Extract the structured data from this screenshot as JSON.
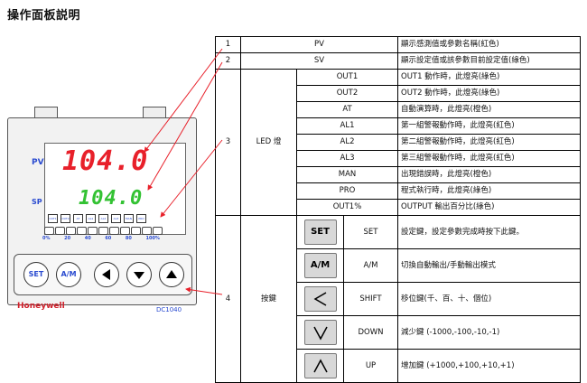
{
  "title": "操作面板説明",
  "device": {
    "pv_label": "PV",
    "sp_label": "SP",
    "pv_value": "104.0",
    "sp_value": "104.0",
    "led_labels": [
      "OUT1",
      "OUT2",
      "AT",
      "AL1",
      "AL2",
      "AL3",
      "MAN",
      "PRO"
    ],
    "bar_ticks": [
      "0%",
      "20",
      "40",
      "60",
      "80",
      "100%"
    ],
    "key_set": "SET",
    "key_am": "A/M",
    "brand": "Honeywell",
    "model": "DC1040"
  },
  "rows": [
    {
      "no": "1",
      "item": "PV",
      "desc": "顯示感測值或參數名稱(紅色)"
    },
    {
      "no": "2",
      "item": "SV",
      "desc": "顯示設定值或該參數目前設定值(綠色)"
    }
  ],
  "led_group": {
    "no": "3",
    "label": "LED 燈",
    "items": [
      {
        "name": "OUT1",
        "desc": "OUT1 動作時，此燈亮(綠色)"
      },
      {
        "name": "OUT2",
        "desc": "OUT2 動作時，此燈亮(綠色)"
      },
      {
        "name": "AT",
        "desc": "自動演算時，此燈亮(橙色)"
      },
      {
        "name": "AL1",
        "desc": "第一組警報動作時，此燈亮(紅色)"
      },
      {
        "name": "AL2",
        "desc": "第二組警報動作時，此燈亮(紅色)"
      },
      {
        "name": "AL3",
        "desc": "第三組警報動作時，此燈亮(紅色)"
      },
      {
        "name": "MAN",
        "desc": "出現錯誤時，此燈亮(橙色)"
      },
      {
        "name": "PRO",
        "desc": "程式執行時，此燈亮(綠色)"
      },
      {
        "name": "OUT1%",
        "desc": "OUTPUT 輸出百分比(綠色)"
      }
    ]
  },
  "key_group": {
    "no": "4",
    "label": "按鍵",
    "items": [
      {
        "icon_text": "SET",
        "icon": "set-key-icon",
        "name": "SET",
        "desc": "設定鍵，設定參數完成時按下此鍵。"
      },
      {
        "icon_text": "A/M",
        "icon": "am-key-icon",
        "name": "A/M",
        "desc": "切換自動輸出/手動輸出模式"
      },
      {
        "icon_text": "",
        "icon": "shift-key-icon",
        "name": "SHIFT",
        "desc": "移位鍵(千、百、十、個位)"
      },
      {
        "icon_text": "",
        "icon": "down-key-icon",
        "name": "DOWN",
        "desc": "減少鍵 (-1000,-100,-10,-1)"
      },
      {
        "icon_text": "",
        "icon": "up-key-icon",
        "name": "UP",
        "desc": "增加鍵 (+1000,+100,+10,+1)"
      }
    ]
  },
  "colors": {
    "pv": "#e8202a",
    "sp": "#33c233",
    "arrow": "#e8202a",
    "label": "#2a4bd0",
    "brand": "#d0202a"
  }
}
